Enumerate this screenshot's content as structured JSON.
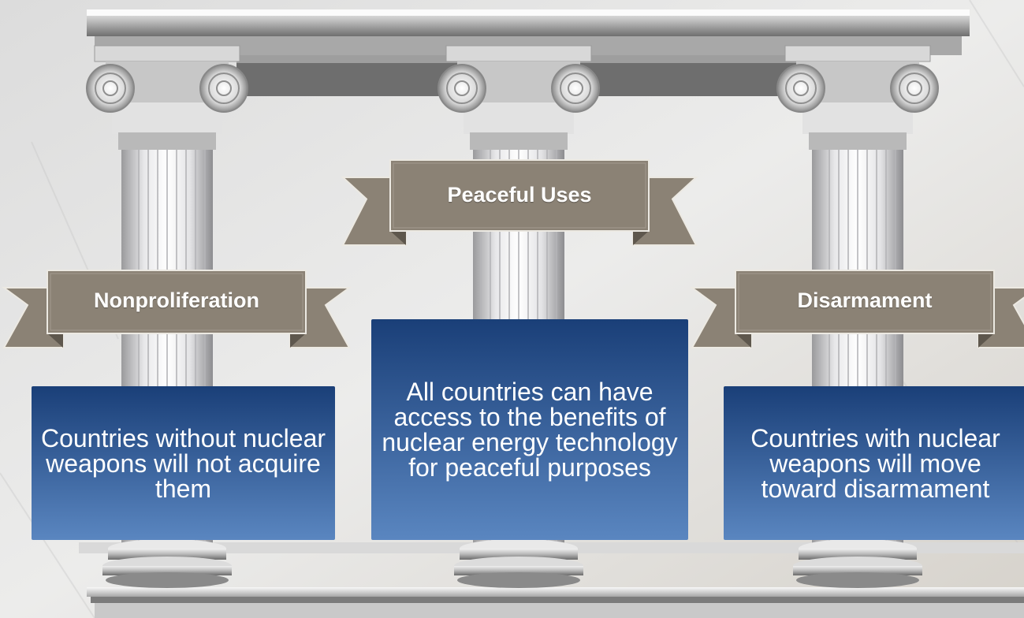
{
  "colors": {
    "ribbon_fill": "#8b8275",
    "ribbon_border": "#ece9e2",
    "box_top": "#1a3f78",
    "box_bottom": "#5a86c0",
    "background": "#e6e5e3"
  },
  "pillars": [
    {
      "id": "nonproliferation",
      "title": "Nonproliferation",
      "description": "Countries without nuclear weapons will not acquire them"
    },
    {
      "id": "peaceful-uses",
      "title": "Peaceful Uses",
      "description": "All countries can have access to the benefits of nuclear energy technology for peaceful purposes"
    },
    {
      "id": "disarmament",
      "title": "Disarmament",
      "description": "Countries with nuclear weapons will move toward disarmament"
    }
  ]
}
